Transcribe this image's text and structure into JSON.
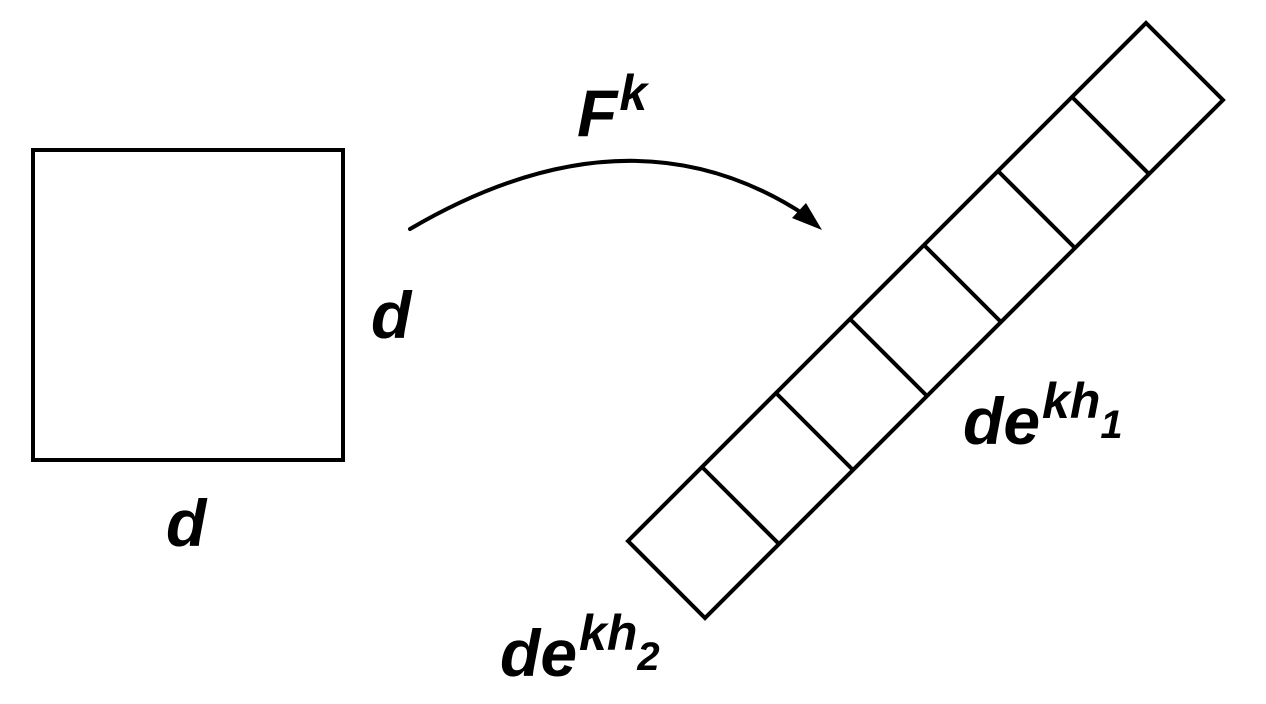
{
  "colors": {
    "stroke": "#000000",
    "background": "#ffffff"
  },
  "square": {
    "side_label": "d",
    "bottom_label": "d"
  },
  "map": {
    "base": "F",
    "exponent": "k"
  },
  "strip": {
    "cell_count": 7,
    "long_label": {
      "base": "de",
      "exponent": "kh",
      "subscript": "1"
    },
    "short_label": {
      "base": "de",
      "exponent": "kh",
      "subscript": "2"
    }
  }
}
